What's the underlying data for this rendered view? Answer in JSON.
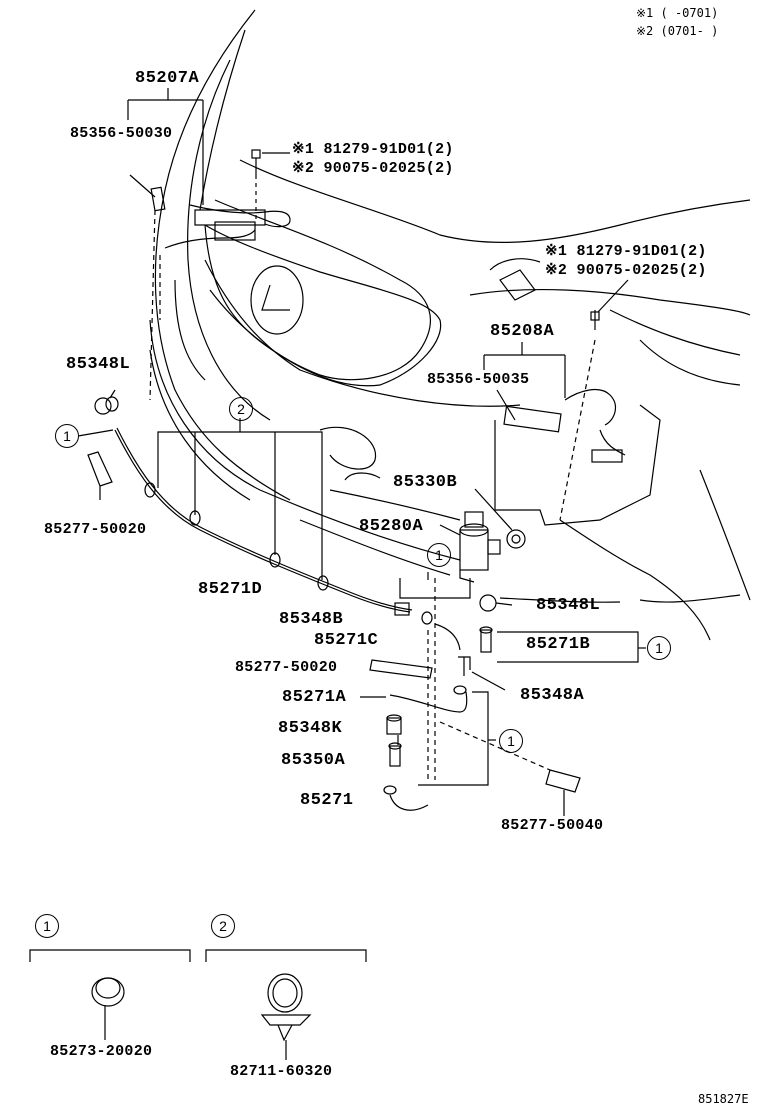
{
  "notes": {
    "n1": "※1 (      -0701)",
    "n2": "※2 (0701-      )"
  },
  "labels": {
    "p85207A": "85207A",
    "p85356_50030": "85356-50030",
    "bolt1_a": "※1 81279-91D01(2)",
    "bolt1_b": "※2 90075-02025(2)",
    "bolt2_a": "※1 81279-91D01(2)",
    "bolt2_b": "※2 90075-02025(2)",
    "p85208A": "85208A",
    "p85356_50035": "85356-50035",
    "p85348L_left": "85348L",
    "p85277_50020_top": "85277-50020",
    "p85330B": "85330B",
    "p85280A": "85280A",
    "p85271D": "85271D",
    "p85348B": "85348B",
    "p85271C": "85271C",
    "p85348L_right": "85348L",
    "p85271B": "85271B",
    "p85277_50020_mid": "85277-50020",
    "p85348A": "85348A",
    "p85271A": "85271A",
    "p85348K": "85348K",
    "p85350A": "85350A",
    "p85271": "85271",
    "p85277_50040": "85277-50040",
    "p85273_20020": "85273-20020",
    "p82711_60320": "82711-60320",
    "code": "851827E"
  },
  "callouts": {
    "c1": "1",
    "c2": "2"
  }
}
